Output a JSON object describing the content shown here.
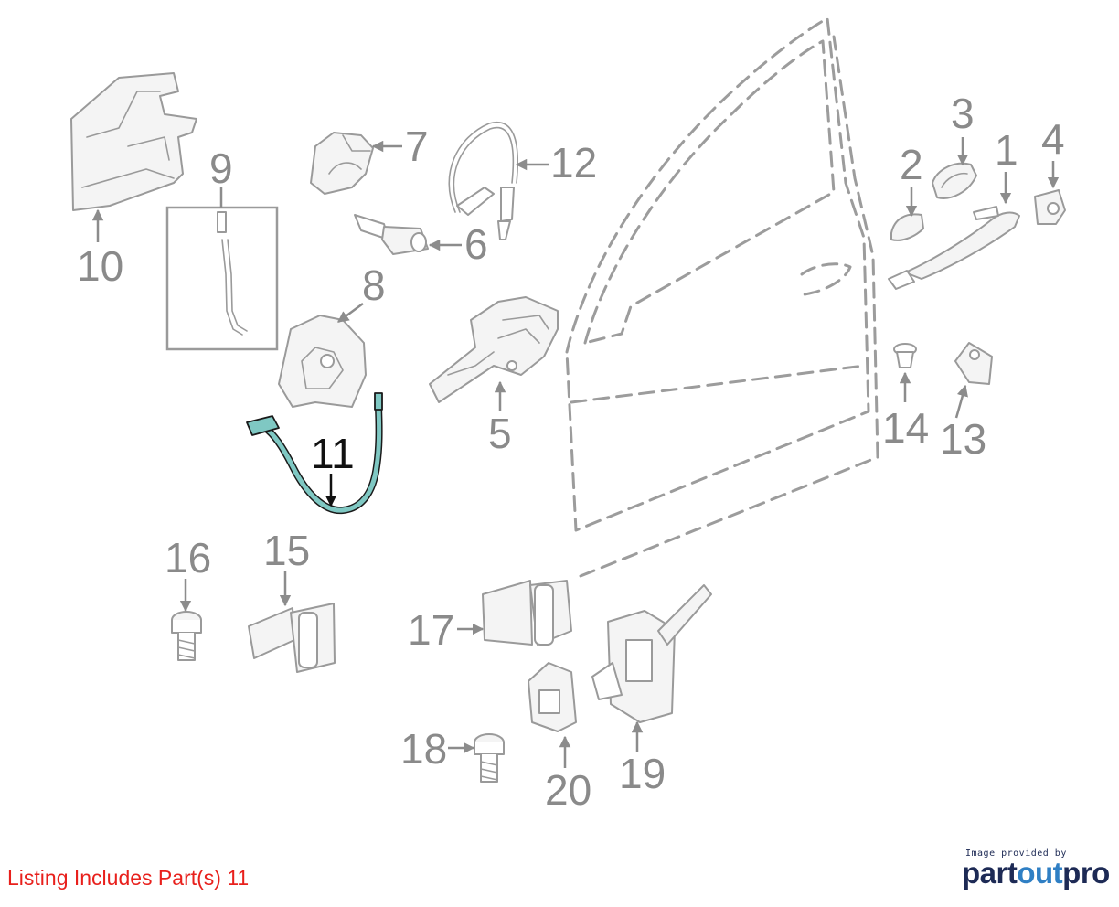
{
  "diagram": {
    "callouts": [
      {
        "id": "1",
        "label": "1"
      },
      {
        "id": "2",
        "label": "2"
      },
      {
        "id": "3",
        "label": "3"
      },
      {
        "id": "4",
        "label": "4"
      },
      {
        "id": "5",
        "label": "5"
      },
      {
        "id": "6",
        "label": "6"
      },
      {
        "id": "7",
        "label": "7"
      },
      {
        "id": "8",
        "label": "8"
      },
      {
        "id": "9",
        "label": "9"
      },
      {
        "id": "10",
        "label": "10"
      },
      {
        "id": "11",
        "label": "11"
      },
      {
        "id": "12",
        "label": "12"
      },
      {
        "id": "13",
        "label": "13"
      },
      {
        "id": "14",
        "label": "14"
      },
      {
        "id": "15",
        "label": "15"
      },
      {
        "id": "16",
        "label": "16"
      },
      {
        "id": "17",
        "label": "17"
      },
      {
        "id": "18",
        "label": "18"
      },
      {
        "id": "19",
        "label": "19"
      },
      {
        "id": "20",
        "label": "20"
      }
    ],
    "highlighted_part": "11",
    "highlight_color": "#7fc8c3",
    "line_color": "#9a9a9a"
  },
  "footer": {
    "listing_note": "Listing Includes Part(s) 11",
    "listing_color": "#e8201c",
    "credit_small": "Image provided by",
    "credit_logo_part1": "part",
    "credit_logo_part2": "out",
    "credit_logo_part3": "pro"
  }
}
